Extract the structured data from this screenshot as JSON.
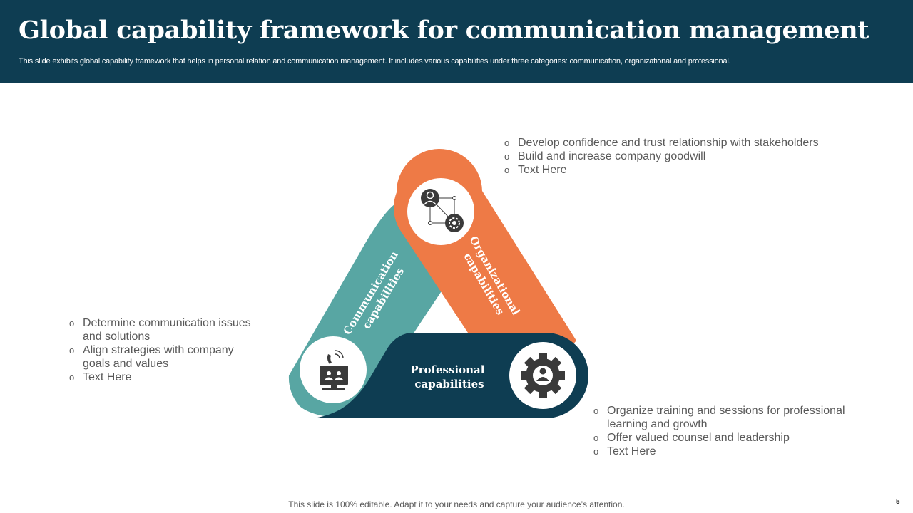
{
  "title": "Global capability framework for communication management",
  "subtitle": "This slide exhibits global capability framework that helps in personal relation and communication management. It includes various capabilities under three categories: communication, organizational and professional.",
  "colors": {
    "header": "#0e3d52",
    "teal": "#58a6a3",
    "orange": "#ee7a46",
    "navy": "#0e3d52",
    "icon": "#3a3a3a"
  },
  "segments": {
    "communication": {
      "line1": "Communication",
      "line2": "capabilities",
      "icon": "phone-monitor-icon"
    },
    "organizational": {
      "line1": "Organizational",
      "line2": "capabilities",
      "icon": "network-gear-icon"
    },
    "professional": {
      "line1": "Professional",
      "line2": "capabilities",
      "icon": "gear-user-icon"
    }
  },
  "organizational_points": [
    "Develop confidence and trust relationship with stakeholders",
    "Build and increase company goodwill",
    "Text Here"
  ],
  "communication_points": [
    "Determine communication issues and solutions",
    "Align strategies with company goals and values",
    "Text Here"
  ],
  "professional_points": [
    "Organize training and sessions for professional learning and growth",
    "Offer valued counsel and leadership",
    "Text Here"
  ],
  "footer": "This slide is 100% editable. Adapt it to your needs and capture your audience’s attention.",
  "page_number": "5"
}
